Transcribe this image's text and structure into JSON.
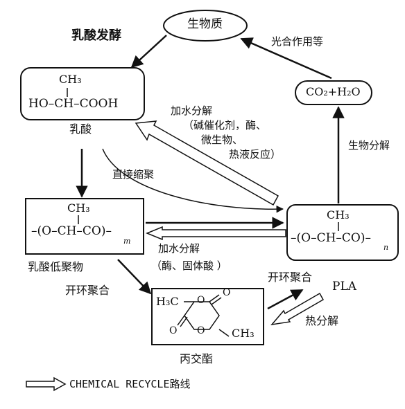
{
  "nodes": {
    "biomass": "生物质",
    "co2_h2o": "CO₂+H₂O",
    "lactic_acid": {
      "name": "乳酸",
      "ch3": "CH₃",
      "main": "HO–CH–COOH"
    },
    "oligomer": {
      "name": "乳酸低聚物",
      "ch3": "CH₃",
      "main": "–(O–CH–CO)–",
      "sub": "m"
    },
    "polymer": {
      "ch3": "CH₃",
      "main": "–(O–CH–CO)–",
      "sub": "n"
    },
    "lactide": {
      "name": "丙交酯",
      "h3c": "H₃C",
      "ch3": "CH₃",
      "o_ring": "O",
      "o_carbonyl": "O"
    },
    "pla": "PLA"
  },
  "edges": {
    "fermentation": "乳酸发酵",
    "photosynthesis": "光合作用等",
    "biodegradation": "生物分解",
    "hydrolysis_upper": [
      "加水分解",
      "（碱催化剂，酶、",
      "微生物、",
      "热液反应）"
    ],
    "direct_condensation": "直接缩聚",
    "hydrolysis_lower": [
      "加水分解",
      "（酶、固体酸 ）"
    ],
    "ring_opening_left": "开环聚合",
    "ring_opening_right": "开环聚合",
    "pyrolysis": "热分解"
  },
  "legend": {
    "label": "CHEMICAL RECYCLE路线"
  },
  "colors": {
    "ink": "#111111",
    "hollow_fill": "#ffffff"
  }
}
